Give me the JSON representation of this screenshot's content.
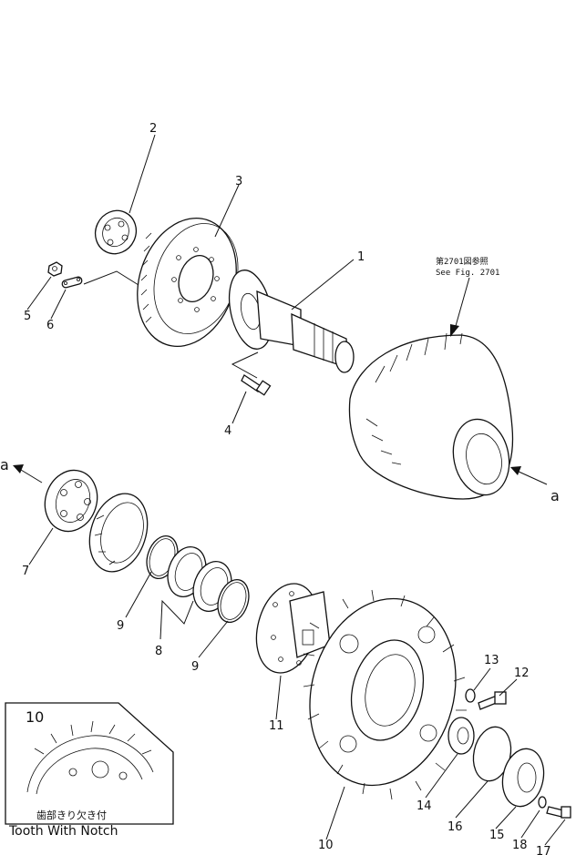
{
  "header_fragment": "~~~~~",
  "callouts": [
    "1",
    "2",
    "3",
    "4",
    "5",
    "6",
    "7",
    "8",
    "9",
    "9",
    "10",
    "11",
    "12",
    "13",
    "14",
    "15",
    "16",
    "17",
    "18"
  ],
  "reference_note": {
    "jp": "第2701図参照",
    "en": "See Fig. 2701"
  },
  "view_marker": "a",
  "inset": {
    "number": "10",
    "caption_jp": "歯部きり欠き付",
    "caption_en": "Tooth With Notch"
  }
}
